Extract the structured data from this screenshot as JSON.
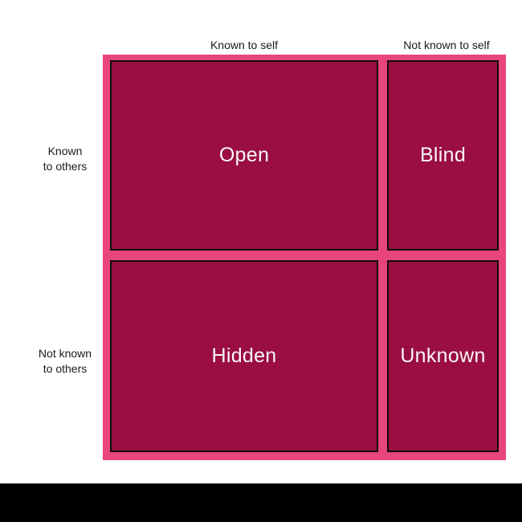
{
  "colors": {
    "background": "#FFFFFF",
    "frame_pink": "#E8457A",
    "quadrant_fill": "#9A0E42",
    "quadrant_border": "#0D0D0D",
    "header_text": "#1A1A1A",
    "quadrant_text": "#FAF7F8",
    "bottom_bar": "#000000"
  },
  "column_headers": [
    "Known to self",
    "Not known to self"
  ],
  "row_headers": [
    "Known\nto others",
    "Not known\nto others"
  ],
  "quadrants": [
    {
      "id": "open",
      "label": "Open"
    },
    {
      "id": "blind",
      "label": "Blind"
    },
    {
      "id": "hidden",
      "label": "Hidden"
    },
    {
      "id": "unknown",
      "label": "Unknown"
    }
  ]
}
